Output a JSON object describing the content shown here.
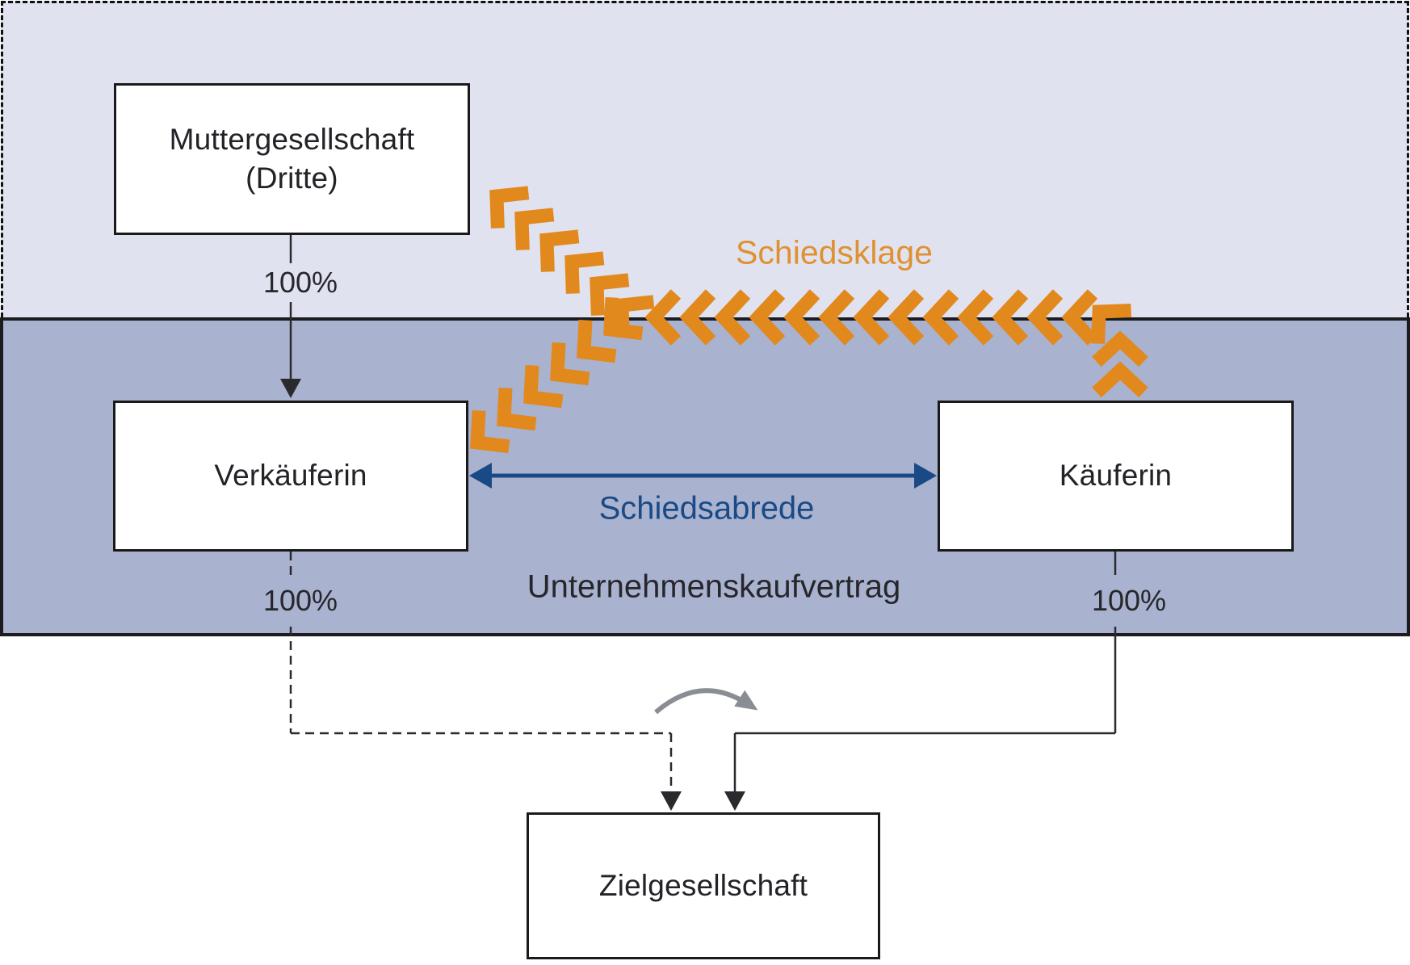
{
  "figure": {
    "type": "legal-structure-diagram",
    "language": "de"
  },
  "colors": {
    "top_region_bg": "#E0E2EF",
    "band_bg": "#A9B2CF",
    "region_outline": "#1B1B20",
    "box_border": "#1A1A1A",
    "text": "#26262B",
    "orange_arrow": "#E2891E",
    "orange_text": "#E0912F",
    "navy": "#1A4A85",
    "gray_arrow": "#8A8D94",
    "black_line": "#2A2A2E"
  },
  "boxes": {
    "muttergesellschaft": {
      "line1": "Muttergesellschaft",
      "line2": "(Dritte)"
    },
    "verkaeuferin": {
      "label": "Verkäuferin"
    },
    "kaeuferin": {
      "label": "Käuferin"
    },
    "zielgesellschaft": {
      "label": "Zielgesellschaft"
    }
  },
  "edge_labels": {
    "mutter_ownership": "100%",
    "verkaeuferin_ownership": "100%",
    "kaeuferin_ownership": "100%",
    "schiedsklage": "Schiedsklage",
    "schiedsabrede": "Schiedsabrede",
    "unternehmenskaufvertrag": "Unternehmenskaufvertrag"
  }
}
